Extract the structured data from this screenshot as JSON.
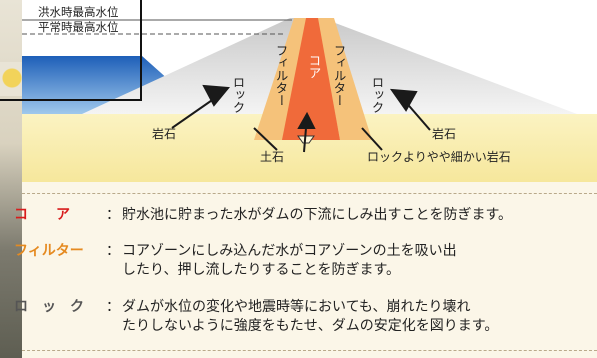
{
  "diagram": {
    "flood_level_label": "洪水時最高水位",
    "normal_level_label": "平常時最高水位",
    "zone_rock_left": "ロック",
    "zone_filter_left": "フィルター",
    "zone_core": "コア",
    "zone_filter_right": "フィルター",
    "zone_rock_right": "ロック",
    "label_rock_left": "岩石",
    "label_soil": "土石",
    "label_rock_right": "岩石",
    "label_finer_rock": "ロックよりやや細かい岩石",
    "colors": {
      "water": "#1e5fb8",
      "rock": "#dcdcdc",
      "filter": "#f5c27a",
      "core": "#f06a3a",
      "foundation": "#f7efb0"
    }
  },
  "explanations": [
    {
      "term": "コ　　ア",
      "term_color": "#d81c1c",
      "separator": "：",
      "lines": [
        "貯水池に貯まった水がダムの下流にしみ出すことを防ぎます。"
      ]
    },
    {
      "term": "フィルター",
      "term_color": "#e58a20",
      "separator": "：",
      "lines": [
        "コアゾーンにしみ込んだ水がコアゾーンの土を吸い出",
        "したり、押し流したりすることを防ぎます。"
      ]
    },
    {
      "term": "ロ　ッ　ク",
      "term_color": "#555555",
      "separator": "：",
      "lines": [
        "ダムが水位の変化や地震時等においても、崩れたり壊れ",
        "たりしないように強度をもたせ、ダムの安定化を図ります。"
      ]
    }
  ]
}
